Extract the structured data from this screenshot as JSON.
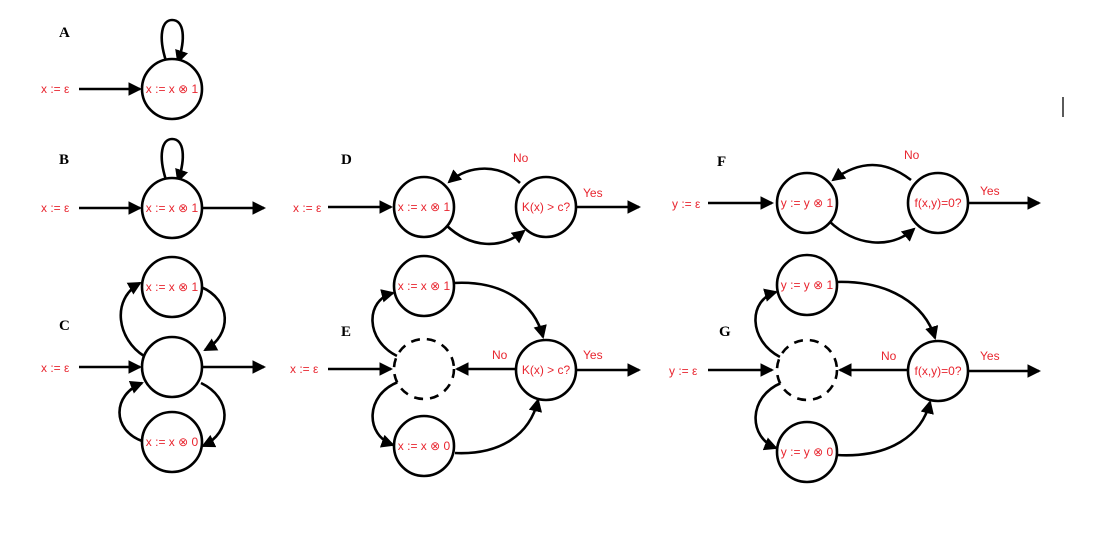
{
  "panels": {
    "A": {
      "letter": "A",
      "init": "x := ε",
      "node": "x := x ⊗ 1"
    },
    "B": {
      "letter": "B",
      "init": "x := ε",
      "node": "x := x ⊗ 1"
    },
    "C": {
      "letter": "C",
      "init": "x := ε",
      "top": "x := x ⊗ 1",
      "bottom": "x := x ⊗ 0"
    },
    "D": {
      "letter": "D",
      "init": "x := ε",
      "node": "x := x ⊗ 1",
      "test": "K(x) > c?",
      "no": "No",
      "yes": "Yes"
    },
    "E": {
      "letter": "E",
      "init": "x := ε",
      "top": "x := x ⊗ 1",
      "bottom": "x := x ⊗ 0",
      "test": "K(x) > c?",
      "no": "No",
      "yes": "Yes"
    },
    "F": {
      "letter": "F",
      "init": "y := ε",
      "node": "y := y ⊗ 1",
      "test": "f(x,y)=0?",
      "no": "No",
      "yes": "Yes"
    },
    "G": {
      "letter": "G",
      "init": "y := ε",
      "top": "y := y ⊗ 1",
      "bottom": "y := y ⊗ 0",
      "test": "f(x,y)=0?",
      "no": "No",
      "yes": "Yes"
    }
  },
  "colors": {
    "label": "#e8252f",
    "stroke": "#000000"
  }
}
